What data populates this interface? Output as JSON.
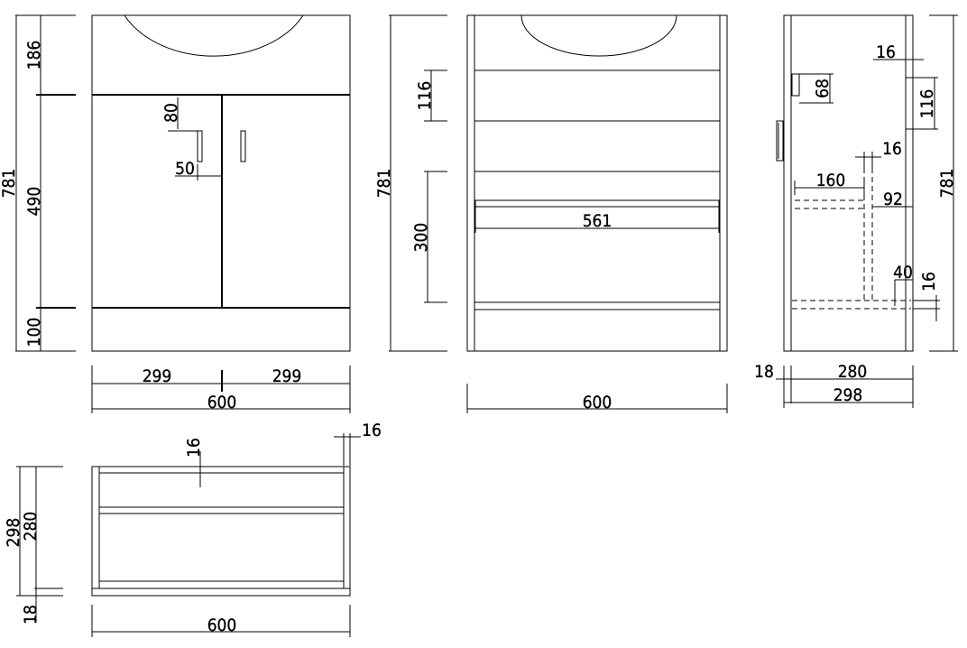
{
  "front_view": {
    "heights": {
      "total": "781",
      "top": "186",
      "doors": "490",
      "plinth": "100"
    },
    "handle": {
      "drop": "80",
      "inset": "50"
    },
    "widths": {
      "left_door": "299",
      "right_door": "299",
      "total": "600"
    }
  },
  "carcass_front_view": {
    "heights": {
      "total": "781",
      "rail": "116",
      "back_opening": "300"
    },
    "widths": {
      "shelf": "561",
      "total": "600"
    }
  },
  "side_view": {
    "heights": {
      "total": "781",
      "rail_right": "116",
      "rail_left": "68",
      "base_thickness": "16"
    },
    "details": {
      "back_thickness": "16",
      "upper_thickness": "16",
      "cutout_width": "160",
      "cutout_to_back": "92",
      "cutout_height": "40"
    },
    "depths": {
      "door": "18",
      "carcass": "280",
      "total": "298"
    }
  },
  "plan_view": {
    "labels": {
      "rail_thickness": "16",
      "side_thickness": "16",
      "total_depth": "298",
      "carcass_depth": "280",
      "door_depth": "18",
      "width": "600"
    }
  }
}
